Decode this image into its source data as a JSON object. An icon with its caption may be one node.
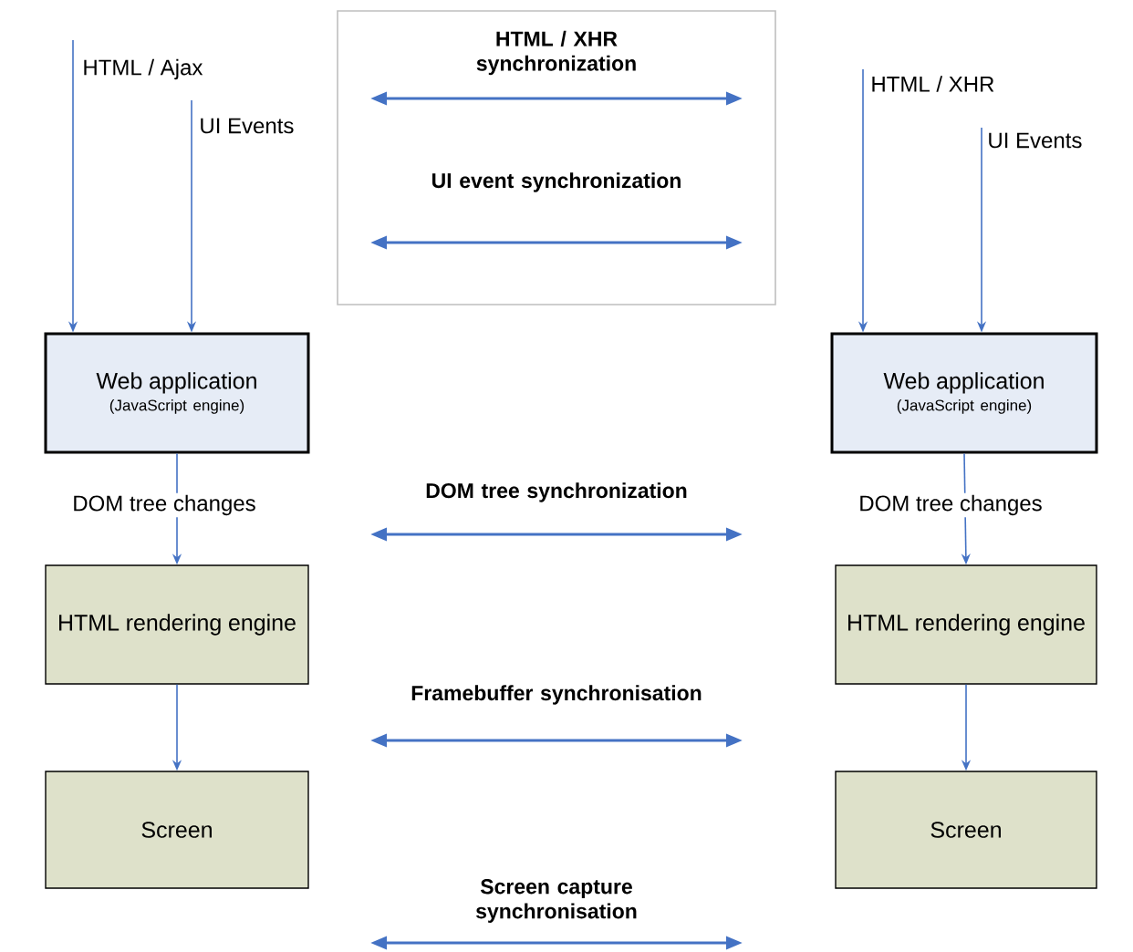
{
  "diagram": {
    "nodes": [
      {
        "text": [
          "HTML / XHR synchronization",
          "UI event synchronization"
        ]
      },
      {
        "text": [
          "Web application",
          "(JavaScript engine)"
        ]
      },
      {
        "text": [
          "HTML rendering engine"
        ]
      },
      {
        "text": [
          "Screen"
        ]
      },
      {
        "text": [
          "Web application",
          "(JavaScript engine)"
        ]
      },
      {
        "text": [
          "HTML rendering engine"
        ]
      },
      {
        "text": [
          "Screen"
        ]
      }
    ],
    "edges": [
      {
        "from": null,
        "to": 1,
        "arrow": "to",
        "label": "HTML / Ajax"
      },
      {
        "from": null,
        "to": 1,
        "arrow": "to",
        "label": "UI Events"
      },
      {
        "from": 1,
        "to": 2,
        "arrow": "to",
        "label": "DOM tree changes"
      },
      {
        "from": 2,
        "to": 3,
        "arrow": "to"
      },
      {
        "from": null,
        "to": 4,
        "arrow": "to",
        "label": "HTML / XHR"
      },
      {
        "from": null,
        "to": 4,
        "arrow": "to",
        "label": "UI Events"
      },
      {
        "from": 4,
        "to": 5,
        "arrow": "to",
        "label": "DOM tree changes"
      },
      {
        "from": 5,
        "to": 6,
        "arrow": "to"
      }
    ],
    "labels": [
      "DOM tree synchronization",
      "Framebuffer synchronisation",
      "Screen capture synchronisation"
    ]
  }
}
